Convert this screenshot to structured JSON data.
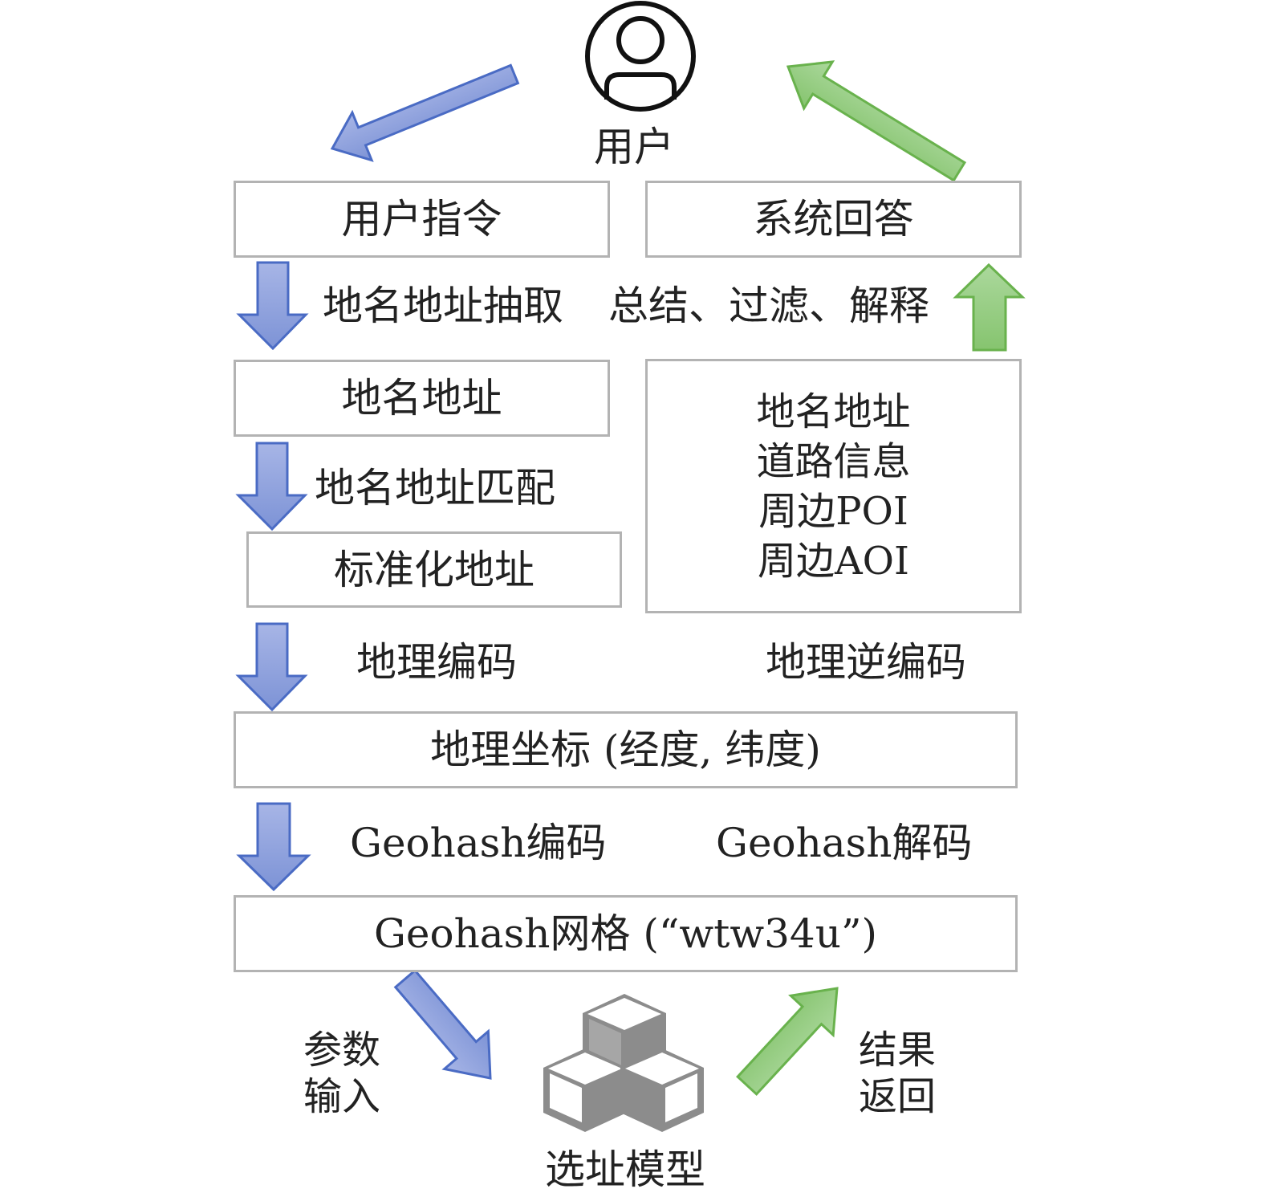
{
  "user": {
    "label": "用户"
  },
  "boxes": {
    "user_instruction": "用户指令",
    "system_answer": "系统回答",
    "place_address": "地名地址",
    "info_lines": [
      "地名地址",
      "道路信息",
      "周边POI",
      "周边AOI"
    ],
    "standard_address": "标准化地址",
    "geo_coordinate": "地理坐标 (经度, 纬度)",
    "geohash_grid": "Geohash网格 (“wtw34u”)"
  },
  "steps": {
    "extract": "地名地址抽取",
    "summarize": "总结、过滤、解释",
    "match": "地名地址匹配",
    "geocode": "地理编码",
    "reverse_geocode": "地理逆编码",
    "geohash_encode": "Geohash编码",
    "geohash_decode": "Geohash解码",
    "param_input": [
      "参数",
      "输入"
    ],
    "result_return": [
      "结果",
      "返回"
    ]
  },
  "model": {
    "label": "选址模型"
  },
  "icons": {
    "user": "user-avatar-icon",
    "model": "cubes-icon"
  },
  "colors": {
    "blue_arrow_fill": "#8b9fdb",
    "blue_arrow_stroke": "#4a6bc4",
    "green_arrow_fill": "#94cc84",
    "green_arrow_stroke": "#69b24d",
    "box_border": "#b3b3b3",
    "cube_gray": "#8c8c8c"
  }
}
